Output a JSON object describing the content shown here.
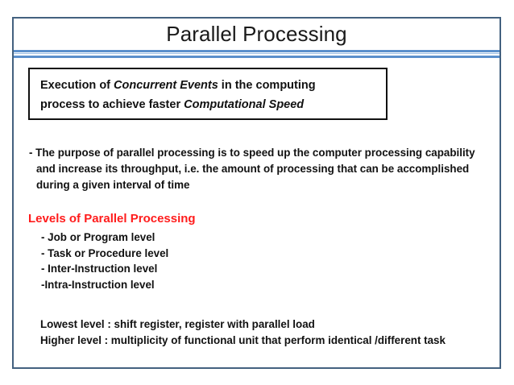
{
  "slide": {
    "title": "Parallel Processing",
    "frame_border_color": "#43617F",
    "divider_color": "#5B8FCB",
    "accent_color": "#FF1C1C"
  },
  "definition_box": {
    "line1_prefix": "Execution of ",
    "line1_emphasis": "Concurrent Events",
    "line1_suffix": "  in the computing",
    "line2_prefix": "process to achieve faster ",
    "line2_emphasis": "Computational Speed"
  },
  "purpose": {
    "lines": [
      "- The purpose of parallel processing is to speed up the computer processing capability",
      "and increase its throughput, i.e. the amount of processing that can be accomplished",
      "during a given interval of time"
    ]
  },
  "levels": {
    "heading": "Levels of Parallel Processing",
    "items": [
      "- Job or Program level",
      "- Task or Procedure level",
      "- Inter-Instruction level",
      "-Intra-Instruction level"
    ]
  },
  "notes": {
    "lines": [
      "Lowest level : shift register, register with parallel load",
      "Higher level : multiplicity of functional unit that perform identical /different task"
    ]
  }
}
